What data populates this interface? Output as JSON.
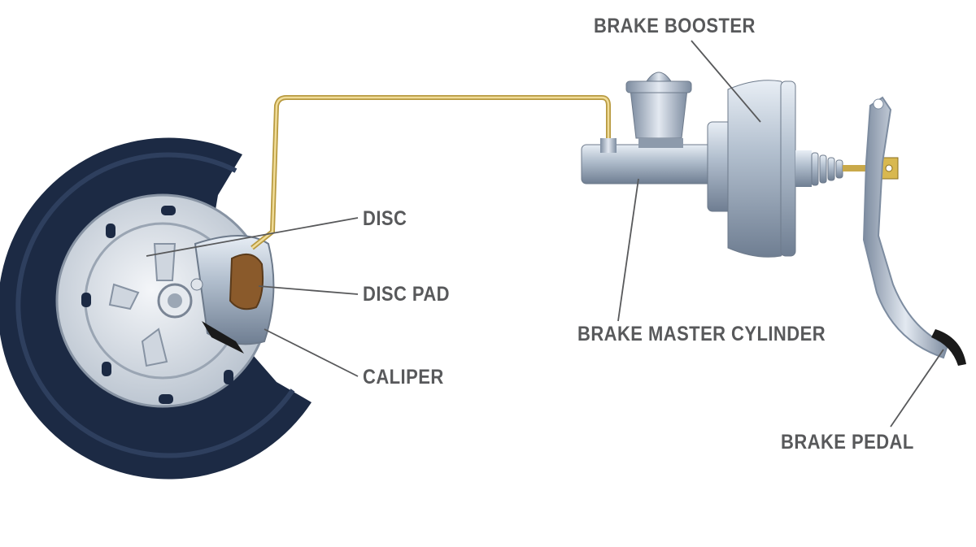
{
  "labels": {
    "brake_booster": "BRAKE BOOSTER",
    "disc": "DISC",
    "disc_pad": "DISC PAD",
    "caliper": "CALIPER",
    "brake_master_cylinder": "BRAKE MASTER CYLINDER",
    "brake_pedal": "BRAKE PEDAL"
  },
  "colors": {
    "label_text": "#58595b",
    "tire": "#1c2a44",
    "brake_line": "#d4b860",
    "metal": "#a9b6c6",
    "disc_pad": "#8a5a2b"
  }
}
